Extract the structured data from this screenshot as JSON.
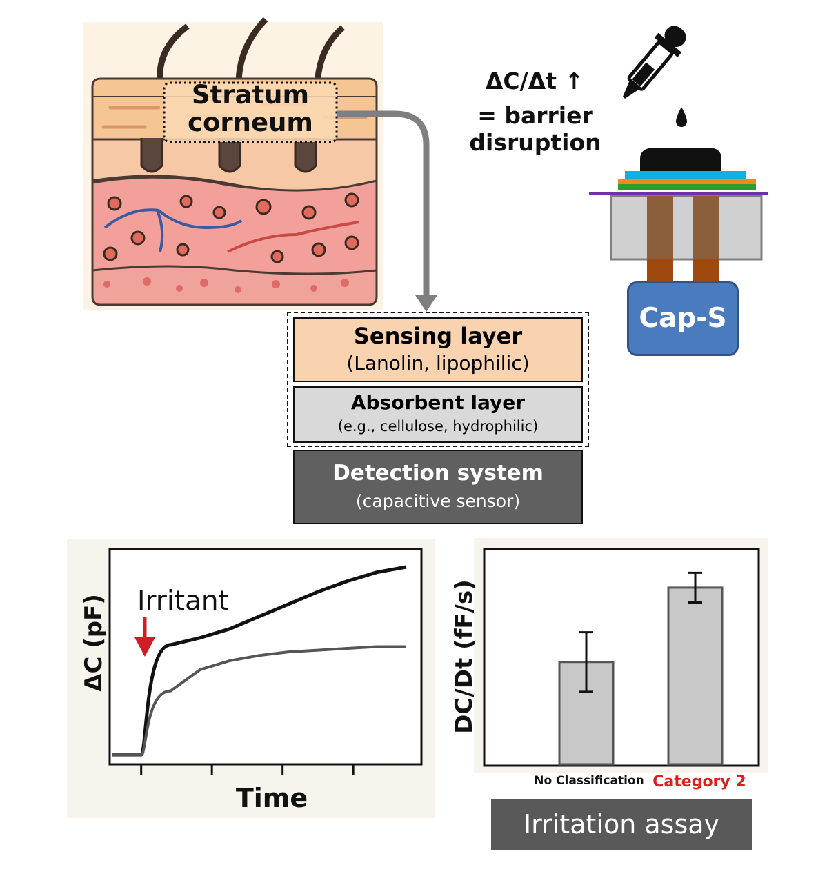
{
  "skin": {
    "region_label_line1": "Stratum",
    "region_label_line2": "corneum"
  },
  "equation": {
    "line1": "ΔC/Δt ↑",
    "line2": "= barrier disruption"
  },
  "device": {
    "sensor_label": "Cap-S",
    "icon": "dropper-icon"
  },
  "stack": {
    "sensing": {
      "title": "Sensing layer",
      "subtitle": "(Lanolin, lipophilic)"
    },
    "absorbent": {
      "title": "Absorbent layer",
      "subtitle": "(e.g., cellulose, hydrophilic)"
    },
    "detection": {
      "title": "Detection system",
      "subtitle": "(capacitive sensor)"
    }
  },
  "colors": {
    "sensing": "#f9d2b0",
    "absorbent": "#d9d9d9",
    "detection": "#606060",
    "cap_s": "#4a7bbf",
    "irritant_arrow": "#d01c24",
    "category2": "#e01c1c"
  },
  "chart_data": [
    {
      "type": "line",
      "xlabel": "Time",
      "ylabel": "ΔC (pF)",
      "annotation": "Irritant",
      "x": [
        0,
        1,
        2,
        3,
        4,
        5,
        6,
        7,
        8,
        9,
        10
      ],
      "series": [
        {
          "color": "#111111",
          "values": [
            0,
            0,
            0.62,
            0.66,
            0.71,
            0.78,
            0.85,
            0.92,
            0.98,
            1.03,
            1.06
          ]
        },
        {
          "color": "#555555",
          "values": [
            0,
            0,
            0.36,
            0.48,
            0.53,
            0.56,
            0.58,
            0.59,
            0.6,
            0.61,
            0.61
          ]
        }
      ]
    },
    {
      "type": "bar",
      "ylabel": "DC/Dt (fF/s)",
      "categories": [
        "No Classification",
        "Category 2"
      ],
      "values": [
        0.55,
        0.95
      ],
      "errors": [
        0.16,
        0.08
      ],
      "ylim": [
        0,
        1.15
      ],
      "caption": "Irritation assay"
    }
  ]
}
